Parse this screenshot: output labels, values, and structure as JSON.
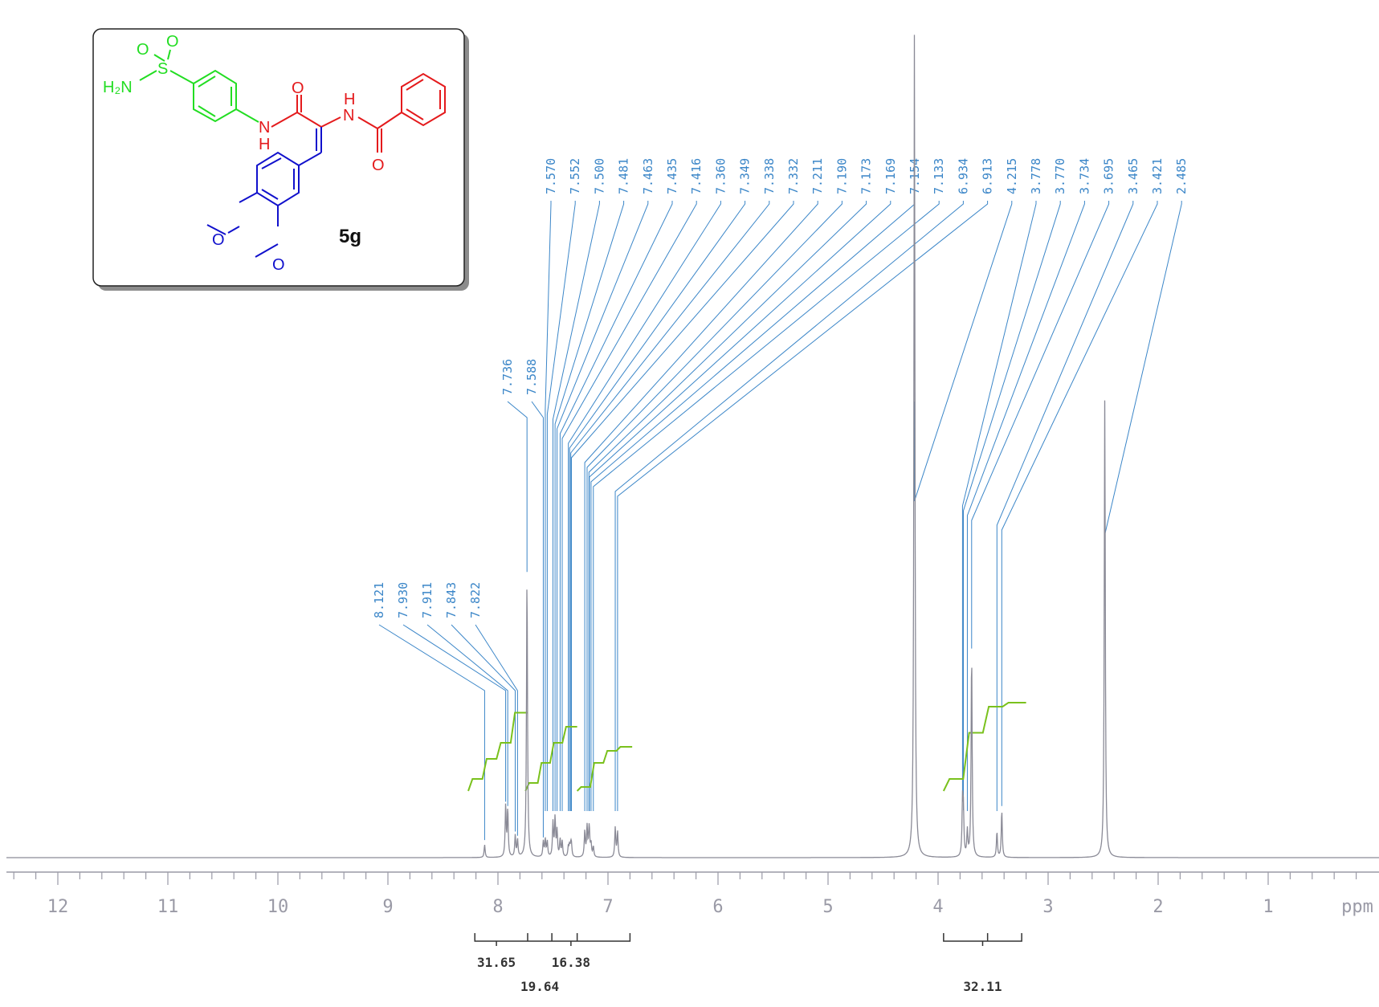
{
  "chart_data": {
    "type": "line",
    "xlabel": "ppm",
    "xlim": [
      13,
      0.5
    ],
    "x_ticks": [
      12,
      11,
      10,
      9,
      8,
      7,
      6,
      5,
      4,
      3,
      2,
      1
    ],
    "x_tick_labels": [
      "12",
      "11",
      "10",
      "9",
      "8",
      "7",
      "6",
      "5",
      "4",
      "3",
      "2",
      "1"
    ],
    "peak_list_low_field": [
      "8.121",
      "7.930",
      "7.911",
      "7.843",
      "7.822"
    ],
    "peak_list_mid": [
      "7.736",
      "7.588"
    ],
    "peak_list_top": [
      "7.570",
      "7.552",
      "7.500",
      "7.481",
      "7.463",
      "7.435",
      "7.416",
      "7.360",
      "7.349",
      "7.338",
      "7.332",
      "7.211",
      "7.190",
      "7.173",
      "7.169",
      "7.154",
      "7.133",
      "6.934",
      "6.913",
      "4.215",
      "3.778",
      "3.770",
      "3.734",
      "3.695",
      "3.465",
      "3.421",
      "2.485"
    ],
    "peaks": [
      {
        "ppm": 8.121,
        "intensity": 0.015
      },
      {
        "ppm": 7.93,
        "intensity": 0.06
      },
      {
        "ppm": 7.911,
        "intensity": 0.055
      },
      {
        "ppm": 7.843,
        "intensity": 0.025
      },
      {
        "ppm": 7.822,
        "intensity": 0.02
      },
      {
        "ppm": 7.736,
        "intensity": 0.33
      },
      {
        "ppm": 7.588,
        "intensity": 0.018
      },
      {
        "ppm": 7.57,
        "intensity": 0.02
      },
      {
        "ppm": 7.552,
        "intensity": 0.018
      },
      {
        "ppm": 7.5,
        "intensity": 0.04
      },
      {
        "ppm": 7.481,
        "intensity": 0.045
      },
      {
        "ppm": 7.463,
        "intensity": 0.03
      },
      {
        "ppm": 7.435,
        "intensity": 0.02
      },
      {
        "ppm": 7.416,
        "intensity": 0.018
      },
      {
        "ppm": 7.36,
        "intensity": 0.012
      },
      {
        "ppm": 7.349,
        "intensity": 0.012
      },
      {
        "ppm": 7.338,
        "intensity": 0.012
      },
      {
        "ppm": 7.332,
        "intensity": 0.012
      },
      {
        "ppm": 7.211,
        "intensity": 0.03
      },
      {
        "ppm": 7.19,
        "intensity": 0.035
      },
      {
        "ppm": 7.173,
        "intensity": 0.02
      },
      {
        "ppm": 7.169,
        "intensity": 0.02
      },
      {
        "ppm": 7.154,
        "intensity": 0.015
      },
      {
        "ppm": 7.133,
        "intensity": 0.012
      },
      {
        "ppm": 6.934,
        "intensity": 0.035
      },
      {
        "ppm": 6.913,
        "intensity": 0.03
      },
      {
        "ppm": 4.215,
        "intensity": 0.97
      },
      {
        "ppm": 3.778,
        "intensity": 0.06
      },
      {
        "ppm": 3.77,
        "intensity": 0.05
      },
      {
        "ppm": 3.734,
        "intensity": 0.03
      },
      {
        "ppm": 3.695,
        "intensity": 0.24
      },
      {
        "ppm": 3.465,
        "intensity": 0.03
      },
      {
        "ppm": 3.421,
        "intensity": 0.055
      },
      {
        "ppm": 2.485,
        "intensity": 0.54
      }
    ],
    "integrals": [
      {
        "from": 8.27,
        "to": 7.73,
        "value": "31.65",
        "steps": [
          0.12,
          0.22,
          0.3,
          0.45
        ]
      },
      {
        "from": 7.75,
        "to": 7.28,
        "value": "19.64",
        "steps": [
          0.1,
          0.2,
          0.3,
          0.38
        ]
      },
      {
        "from": 7.28,
        "to": 6.78,
        "value": "16.38",
        "steps": [
          0.08,
          0.2,
          0.26,
          0.28
        ]
      },
      {
        "from": 3.95,
        "to": 3.2,
        "value": "32.11",
        "steps": [
          0.12,
          0.35,
          0.48,
          0.5
        ]
      }
    ],
    "integral_brackets": [
      {
        "from": 8.21,
        "to": 6.8,
        "dividers": [
          7.73,
          7.51,
          7.28
        ],
        "labels": [
          "31.65",
          "19.64",
          "16.38"
        ]
      },
      {
        "from": 3.95,
        "to": 3.24,
        "dividers": [
          3.55
        ],
        "labels": [
          "32.11"
        ]
      }
    ],
    "grid": false
  },
  "structure": {
    "compound_label": "5g",
    "atoms": {
      "sulfonyl_O1": "O",
      "sulfonyl_O2": "O",
      "sulfur": "S",
      "amine": "H₂N",
      "amide_N1": "N",
      "amide_H1": "H",
      "carbonyl_O1": "O",
      "amide_N2": "N",
      "amide_H2": "H",
      "carbonyl_O2": "O",
      "methoxy_O1": "O",
      "methoxy_O2": "O"
    },
    "colors": {
      "sulfonamide": "#22dd22",
      "amide": "#e41a1c",
      "dimethoxy": "#1010cc"
    }
  },
  "colors": {
    "spectrum_line": "#8a8a96",
    "peak_labels": "#3b86c8",
    "integral_curve": "#7ac11d",
    "axis": "#9a9aa6"
  }
}
